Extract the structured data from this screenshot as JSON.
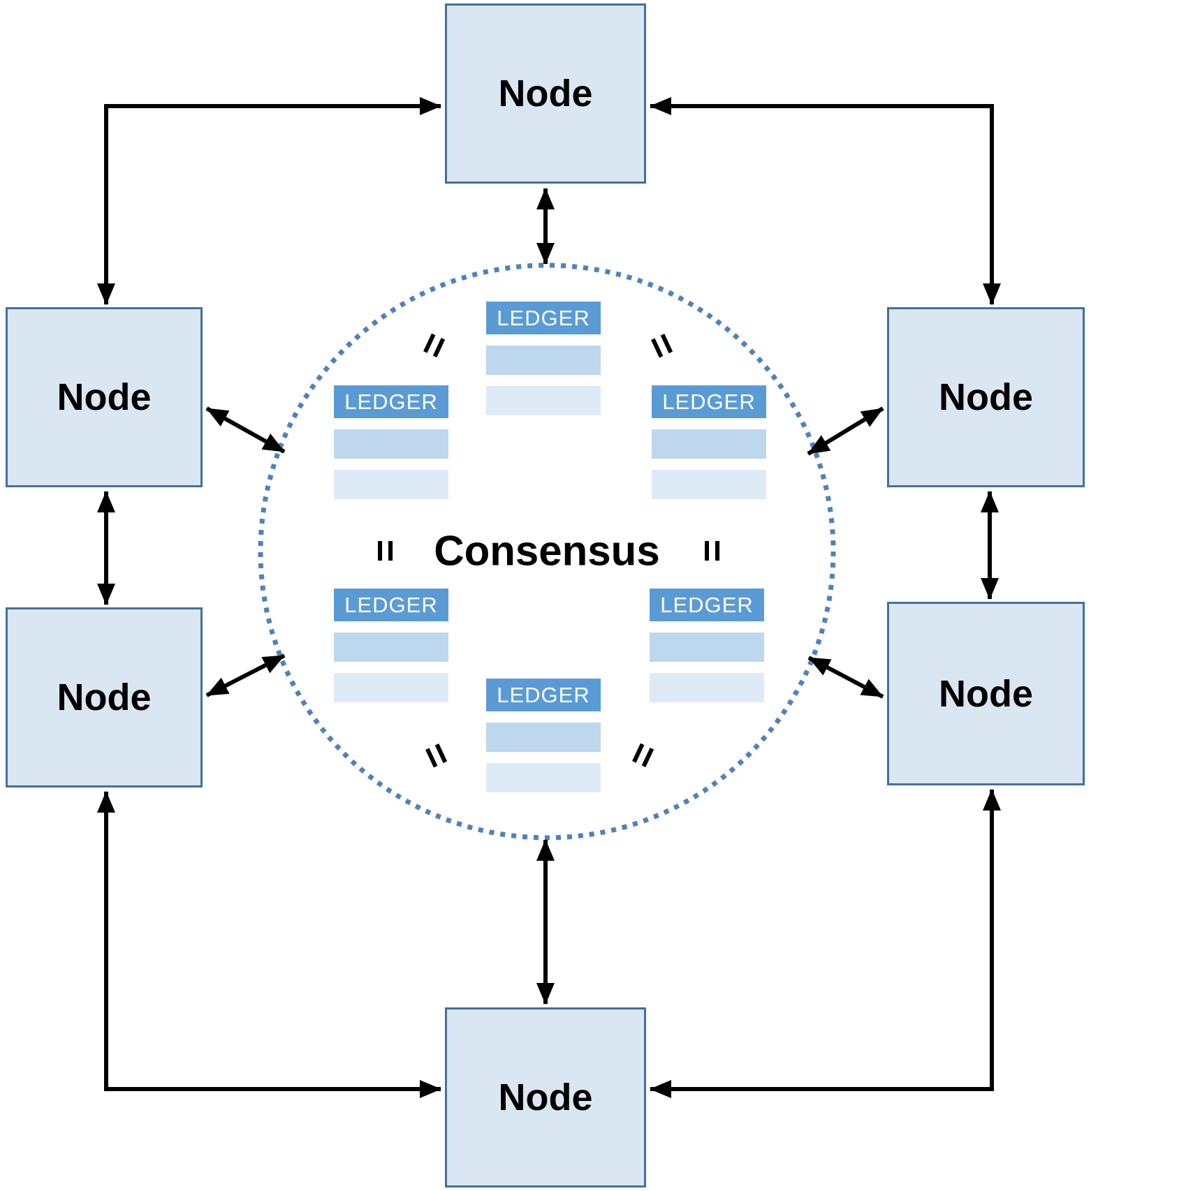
{
  "diagram": {
    "consensus_label": "Consensus",
    "equals_symbol": "=",
    "nodes": [
      {
        "position": "top",
        "label": "Node"
      },
      {
        "position": "upper-left",
        "label": "Node"
      },
      {
        "position": "upper-right",
        "label": "Node"
      },
      {
        "position": "lower-left",
        "label": "Node"
      },
      {
        "position": "lower-right",
        "label": "Node"
      },
      {
        "position": "bottom",
        "label": "Node"
      }
    ],
    "ledgers": [
      {
        "position": "top",
        "label": "LEDGER"
      },
      {
        "position": "upper-left",
        "label": "LEDGER"
      },
      {
        "position": "upper-right",
        "label": "LEDGER"
      },
      {
        "position": "lower-left",
        "label": "LEDGER"
      },
      {
        "position": "lower-right",
        "label": "LEDGER"
      },
      {
        "position": "bottom",
        "label": "LEDGER"
      }
    ],
    "colors": {
      "node_fill": "#dbe6f3",
      "node_border": "#41719c",
      "ledger_header": "#5b9bd5",
      "ledger_row_medium": "#bdd7ee",
      "ledger_row_light": "#dfeaf7",
      "circle_dotted": "#4f81bd",
      "arrow": "#000000"
    }
  }
}
